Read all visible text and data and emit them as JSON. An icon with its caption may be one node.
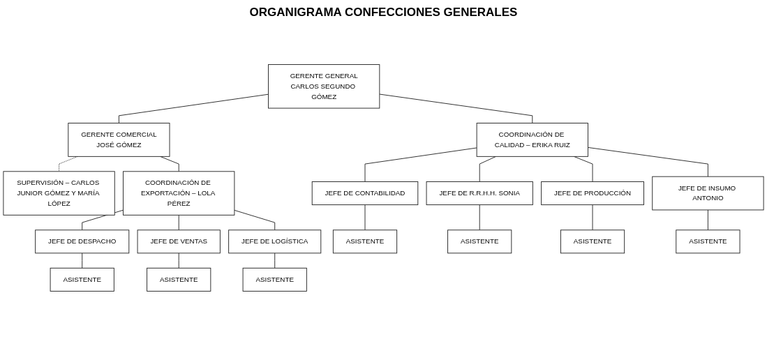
{
  "diagram": {
    "title": "ORGANIGRAMA CONFECCIONES GENERALES",
    "nodes": [
      {
        "text": [
          "GERENTE GENERAL",
          "CARLOS SEGUNDO GÓMEZ"
        ]
      },
      {
        "text": [
          "GERENTE COMERCIAL",
          "JOSÉ GÓMEZ"
        ]
      },
      {
        "text": [
          "SUPERVISIÓN – CARLOS JUNIOR GÓMEZ Y MARÍA LÓPEZ"
        ]
      },
      {
        "text": [
          "COORDINACIÓN DE CALIDAD – ERIKA RUIZ"
        ]
      },
      {
        "text": [
          "COORDINACIÓN DE EXPORTACIÓN – LOLA PÉREZ"
        ]
      },
      {
        "text": [
          "JEFE DE CONTABILIDAD"
        ]
      },
      {
        "text": [
          "JEFE DE R.R.H.H. SONIA"
        ]
      },
      {
        "text": [
          "JEFE DE PRODUCCIÓN"
        ]
      },
      {
        "text": [
          "JEFE DE INSUMO ANTONIO"
        ]
      },
      {
        "text": [
          "JEFE DE DESPACHO"
        ]
      },
      {
        "text": [
          "JEFE DE VENTAS"
        ]
      },
      {
        "text": [
          "JEFE DE LOGÍSTICA"
        ]
      },
      {
        "text": [
          "ASISTENTE"
        ]
      },
      {
        "text": [
          "ASISTENTE"
        ]
      },
      {
        "text": [
          "ASISTENTE"
        ]
      },
      {
        "text": [
          "ASISTENTE"
        ]
      },
      {
        "text": [
          "ASISTENTE"
        ]
      },
      {
        "text": [
          "ASISTENTE"
        ]
      },
      {
        "text": [
          "ASISTENTE"
        ]
      }
    ],
    "edges": [
      {
        "from": 0,
        "to": 1,
        "arrow": "none"
      },
      {
        "from": 1,
        "to": 2,
        "arrow": "none",
        "style": "dashed"
      },
      {
        "from": 0,
        "to": 3,
        "arrow": "none"
      },
      {
        "from": 1,
        "to": 4,
        "arrow": "none"
      },
      {
        "from": 3,
        "to": 5,
        "arrow": "none"
      },
      {
        "from": 3,
        "to": 6,
        "arrow": "none"
      },
      {
        "from": 3,
        "to": 7,
        "arrow": "none"
      },
      {
        "from": 3,
        "to": 8,
        "arrow": "none"
      },
      {
        "from": 4,
        "to": 9,
        "arrow": "none"
      },
      {
        "from": 4,
        "to": 10,
        "arrow": "none"
      },
      {
        "from": 4,
        "to": 11,
        "arrow": "none"
      },
      {
        "from": 5,
        "to": 12,
        "arrow": "none"
      },
      {
        "from": 6,
        "to": 13,
        "arrow": "none"
      },
      {
        "from": 7,
        "to": 14,
        "arrow": "none"
      },
      {
        "from": 8,
        "to": 15,
        "arrow": "none"
      },
      {
        "from": 9,
        "to": 16,
        "arrow": "none"
      },
      {
        "from": 10,
        "to": 17,
        "arrow": "none"
      },
      {
        "from": 11,
        "to": 18,
        "arrow": "none"
      }
    ]
  }
}
